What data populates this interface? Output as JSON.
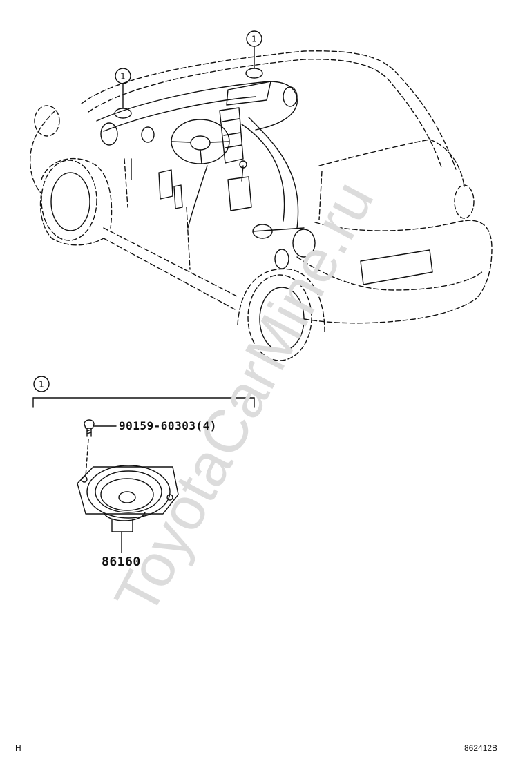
{
  "callouts": {
    "marker": "1"
  },
  "parts": {
    "bolt": "90159-60303(4)",
    "speaker": "86160"
  },
  "footer": {
    "left": "H",
    "right": "862412B"
  },
  "watermark": "ToyotaCarMine.ru",
  "colors": {
    "line": "#111111",
    "watermark": "#d9d9d9"
  }
}
